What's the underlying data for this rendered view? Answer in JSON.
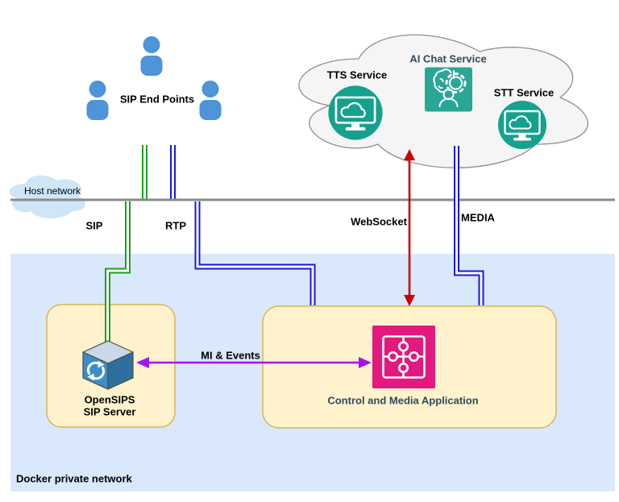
{
  "labels": {
    "sip_end_points": "SIP End Points",
    "tts_service": "TTS Service",
    "ai_chat_service": "AI Chat Service",
    "stt_service": "STT Service",
    "host_network": "Host network",
    "sip": "SIP",
    "rtp": "RTP",
    "websocket": "WebSocket",
    "media": "MEDIA",
    "mi_events": "MI & Events",
    "opensips_line1": "OpenSIPS",
    "opensips_line2": "SIP Server",
    "control_app": "Control and Media Application",
    "docker_network": "Docker private network"
  },
  "zones": {
    "services_cloud": {
      "shape": "cloud",
      "services": [
        {
          "label": "TTS Service",
          "icon": "monitor-cloud-icon"
        },
        {
          "label": "AI Chat Service",
          "icon": "ai-brain-gear-icon"
        },
        {
          "label": "STT Service",
          "icon": "monitor-cloud-icon"
        }
      ]
    },
    "host_network": {
      "shape": "cloud-with-line",
      "label": "Host network"
    },
    "docker_private_network": {
      "shape": "rect",
      "label": "Docker private network",
      "nodes": [
        {
          "label": "OpenSIPS SIP Server",
          "icon": "cube-sync-icon"
        },
        {
          "label": "Control and Media Application",
          "icon": "puzzle-icon"
        }
      ]
    },
    "sip_end_points": {
      "label": "SIP End Points",
      "icon": "person-icon",
      "count": 3
    }
  },
  "connectors": [
    {
      "name": "sip",
      "label": "SIP",
      "style": "double-line",
      "color": "#1BA11B",
      "from": "SIP End Points",
      "to": "OpenSIPS SIP Server"
    },
    {
      "name": "rtp",
      "label": "RTP",
      "style": "double-line",
      "color": "#1616E6",
      "from": "SIP End Points",
      "to": "Control and Media Application"
    },
    {
      "name": "websocket",
      "label": "WebSocket",
      "style": "arrow-bidirectional",
      "color": "#CC0000",
      "from": "Control and Media Application",
      "to": "AI services cloud"
    },
    {
      "name": "media",
      "label": "MEDIA",
      "style": "double-line",
      "color": "#1616E6",
      "from": "AI services cloud",
      "to": "Control and Media Application"
    },
    {
      "name": "mi_events",
      "label": "MI & Events",
      "style": "arrow-bidirectional",
      "color": "#A513F0",
      "from": "OpenSIPS SIP Server",
      "to": "Control and Media Application"
    }
  ],
  "colors": {
    "docker_bg": "#DAE8FC",
    "box_fill": "#FFF2CC",
    "box_border": "#D6B656",
    "services_cloud_fill": "#F5F5F5",
    "services_cloud_border": "#8F8F8F",
    "host_cloud_fill": "#CFE6F8",
    "host_line": "#8A8A8A",
    "person_blue": "#4D94D8",
    "teal_circle": "#14A28E",
    "teal_square": "#2AA696",
    "puzzle_pink": "#E2197E",
    "green_line": "#1BA11B",
    "blue_line": "#1616E6",
    "red_arrow": "#CC0000",
    "purple_arrow": "#A513F0",
    "cube_top": "#C9D9EA",
    "cube_left": "#3E8CC7",
    "cube_right": "#2C6F9E",
    "dark_label": "#33475B"
  }
}
